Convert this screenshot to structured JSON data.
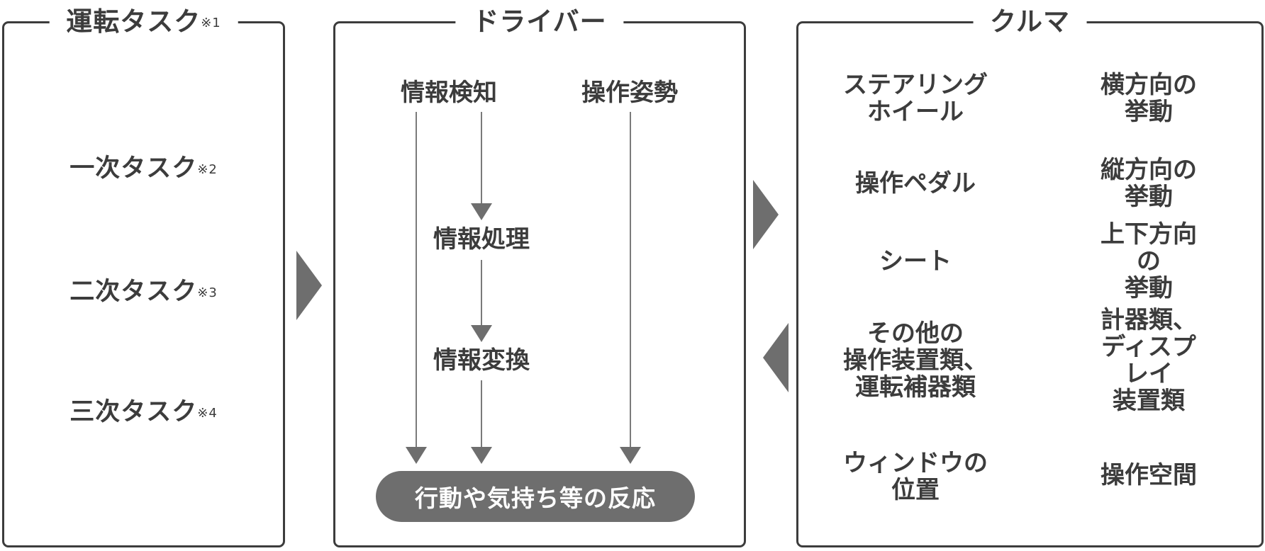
{
  "driving_task": {
    "title": "運転タスク",
    "title_note": "※1",
    "tasks": [
      {
        "label": "一次タスク",
        "note": "※2"
      },
      {
        "label": "二次タスク",
        "note": "※3"
      },
      {
        "label": "三次タスク",
        "note": "※4"
      }
    ]
  },
  "driver": {
    "title": "ドライバー",
    "info_detect": "情報検知",
    "posture": "操作姿勢",
    "info_process": "情報処理",
    "info_convert": "情報変換",
    "reaction": "行動や気持ち等の反応"
  },
  "car": {
    "title": "クルマ",
    "left_items": [
      "ステアリング\nホイール",
      "操作ペダル",
      "シート",
      "その他の\n操作装置類、\n運転補器類",
      "ウィンドウの\n位置"
    ],
    "right_items": [
      "横方向の挙動",
      "縦方向の挙動",
      "上下方向の\n挙動",
      "計器類、\nディスプレイ\n装置類",
      "操作空間"
    ]
  },
  "colors": {
    "text": "#3c3c3c",
    "arrow": "#6e6e6e",
    "pill": "#6e6e6e",
    "line": "#7a7a7a"
  }
}
